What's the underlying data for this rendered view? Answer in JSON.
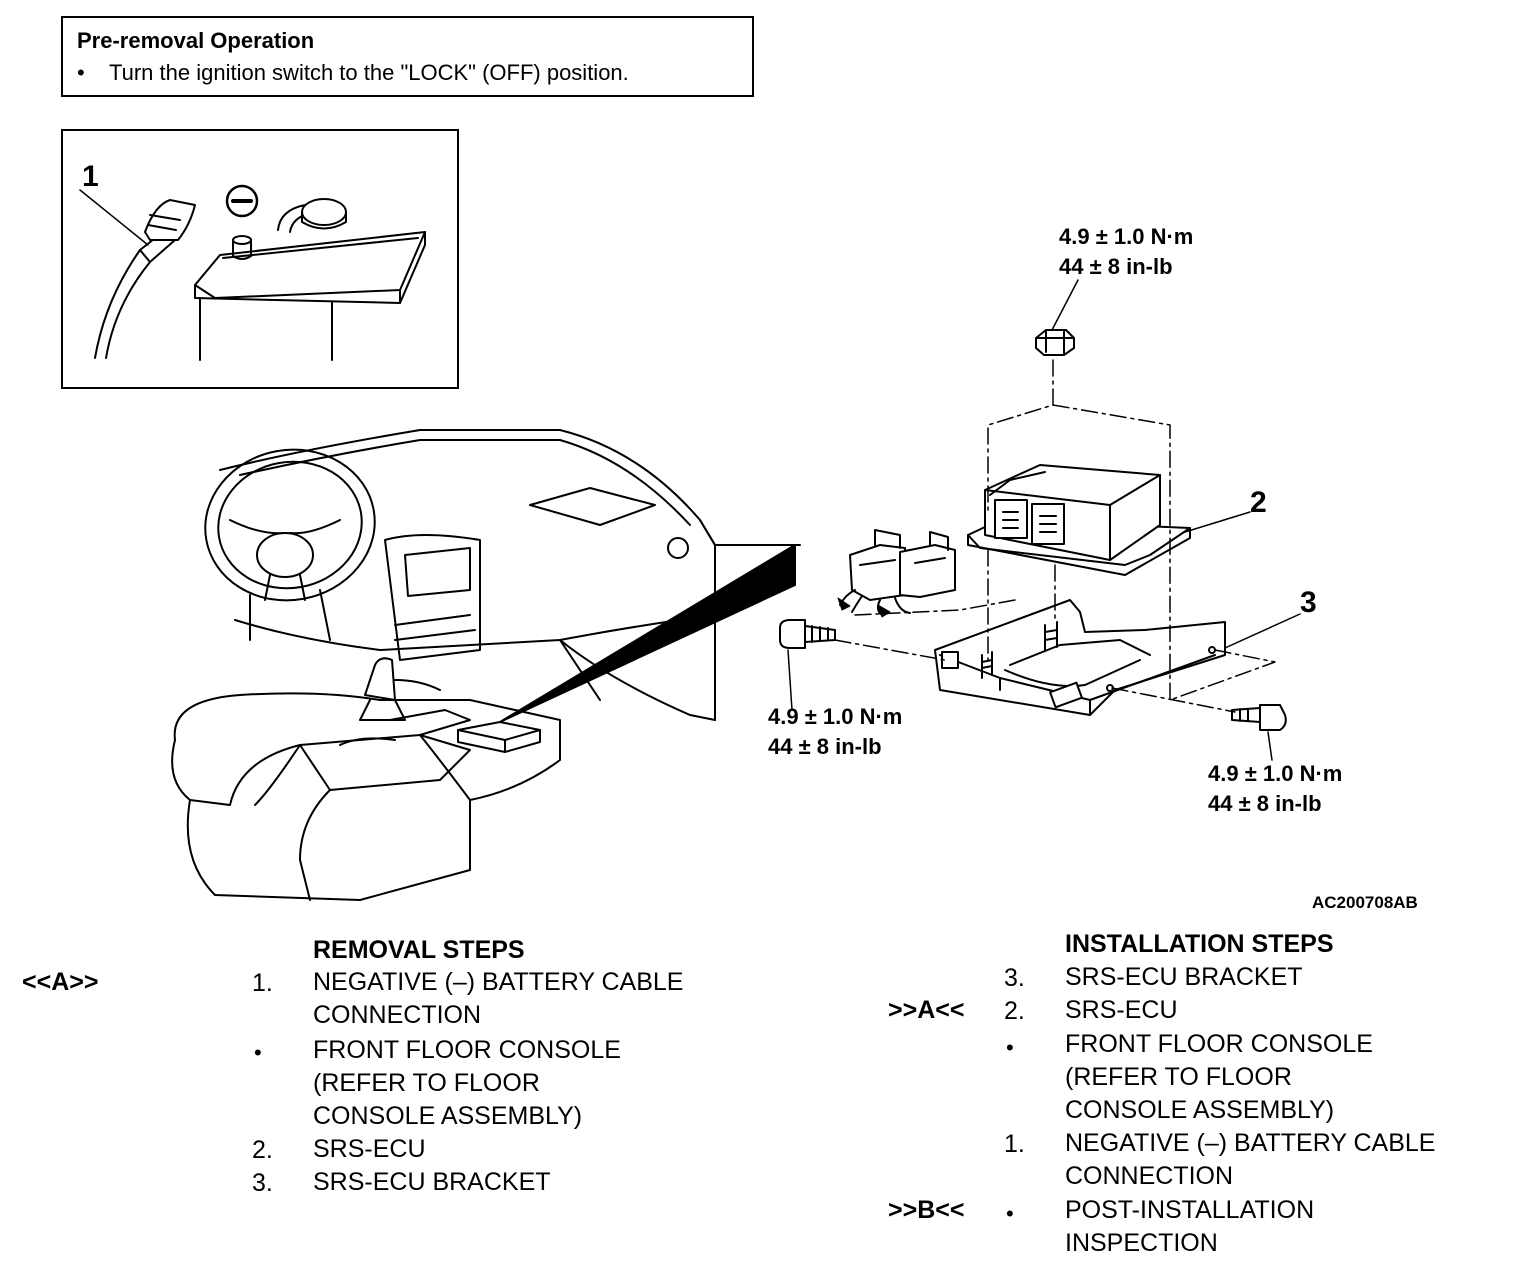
{
  "pre_removal": {
    "title": "Pre-removal Operation",
    "bullet": "•",
    "item": "Turn the ignition switch to the \"LOCK\" (OFF) position."
  },
  "inset": {
    "callout": "1",
    "minus_symbol": "–"
  },
  "callouts": {
    "ecu": "2",
    "bracket": "3"
  },
  "torque": {
    "top": {
      "metric": "4.9 ± 1.0 N·m",
      "imperial": "44 ± 8 in-lb"
    },
    "left": {
      "metric": "4.9 ± 1.0 N·m",
      "imperial": "44 ± 8 in-lb"
    },
    "right": {
      "metric": "4.9 ± 1.0 N·m",
      "imperial": "44 ± 8 in-lb"
    }
  },
  "figure_code": "AC200708AB",
  "removal": {
    "title": "REMOVAL STEPS",
    "tag": "<<A>>",
    "steps": [
      {
        "num": "1.",
        "lines": [
          "NEGATIVE (–) BATTERY CABLE",
          "CONNECTION"
        ]
      },
      {
        "num": "•",
        "lines": [
          "FRONT FLOOR CONSOLE",
          "(REFER TO FLOOR",
          "CONSOLE ASSEMBLY)"
        ]
      },
      {
        "num": "2.",
        "lines": [
          "SRS-ECU"
        ]
      },
      {
        "num": "3.",
        "lines": [
          "SRS-ECU BRACKET"
        ]
      }
    ]
  },
  "installation": {
    "title": "INSTALLATION STEPS",
    "tag_a": ">>A<<",
    "tag_b": ">>B<<",
    "steps": [
      {
        "num": "3.",
        "lines": [
          "SRS-ECU BRACKET"
        ]
      },
      {
        "num": "2.",
        "lines": [
          "SRS-ECU"
        ]
      },
      {
        "num": "•",
        "lines": [
          "FRONT FLOOR CONSOLE",
          "(REFER TO  FLOOR",
          "CONSOLE ASSEMBLY)"
        ]
      },
      {
        "num": "1.",
        "lines": [
          "NEGATIVE (–) BATTERY CABLE",
          "CONNECTION"
        ]
      },
      {
        "num": "•",
        "lines": [
          "POST-INSTALLATION",
          "INSPECTION"
        ]
      }
    ]
  }
}
